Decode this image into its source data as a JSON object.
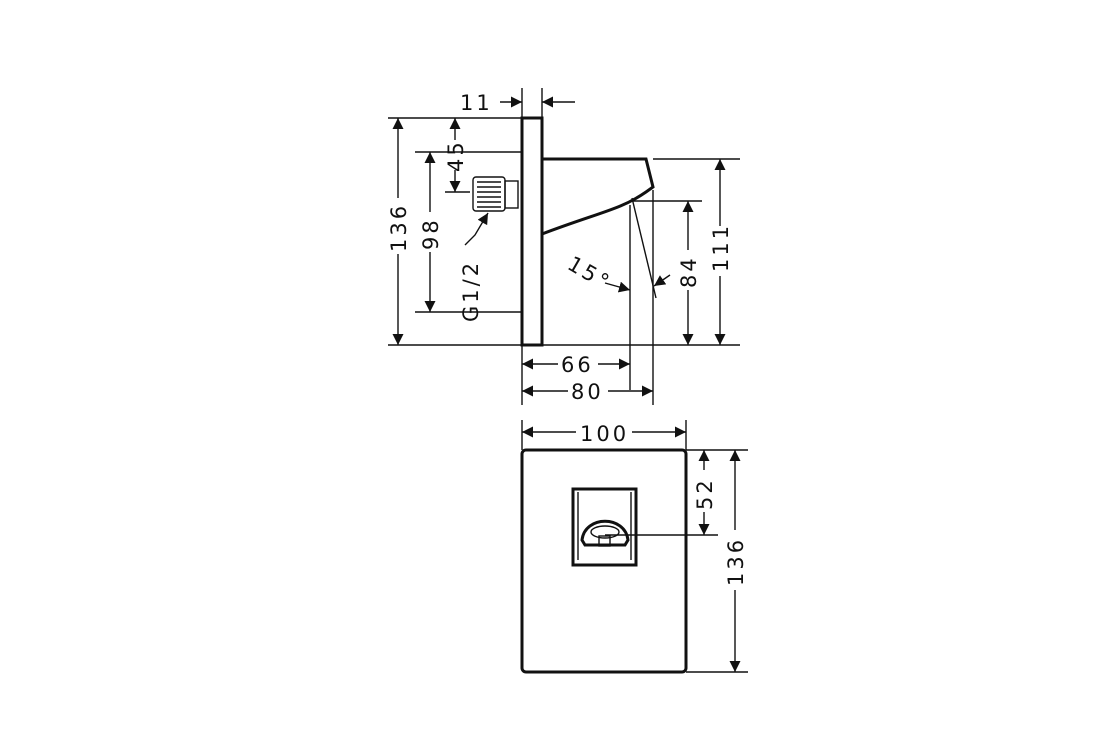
{
  "drawing": {
    "side_view": {
      "dim_plate_thickness": "11",
      "dim_height_total": "136",
      "dim_inlet_height": "98",
      "dim_inlet_offset": "45",
      "thread_label": "G1/2",
      "angle_label": "15°",
      "dim_outlet_height": "84",
      "dim_spout_height": "111",
      "dim_projection_outlet": "66",
      "dim_projection_total": "80"
    },
    "front_view": {
      "dim_width": "100",
      "dim_center_offset": "52",
      "dim_height": "136"
    },
    "line_color": "#111111"
  }
}
